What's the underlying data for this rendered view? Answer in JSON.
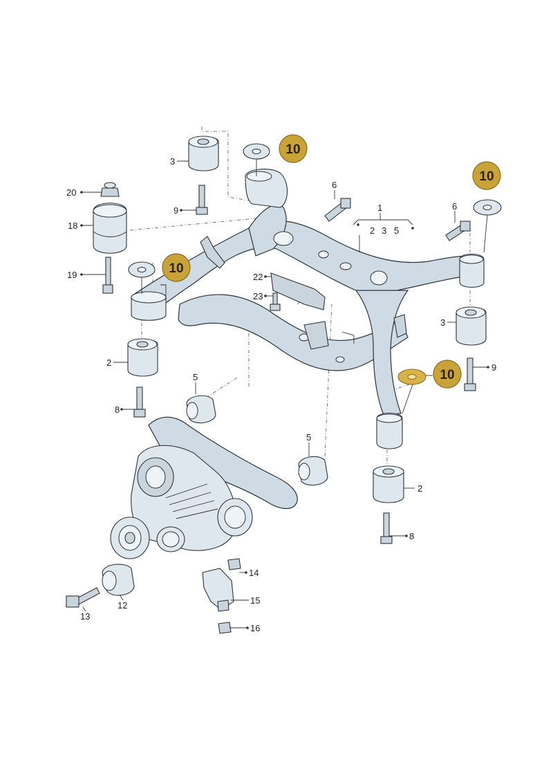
{
  "labels": {
    "l1": "1",
    "l2a": "2",
    "l3a": "3",
    "l5a": "5",
    "l20": "20",
    "l18": "18",
    "l19": "19",
    "l3": "3",
    "l9": "9",
    "l6": "6",
    "l6b": "6",
    "l22": "22",
    "l23": "23",
    "l2": "2",
    "l8": "8",
    "l5": "5",
    "l5b": "5",
    "l3b": "3",
    "l9b": "9",
    "l2b": "2",
    "l8b": "8",
    "l14": "14",
    "l15": "15",
    "l16": "16",
    "l12": "12",
    "l13": "13"
  },
  "badges": {
    "b1": "10",
    "b2": "10",
    "b3": "10",
    "b4": "10"
  },
  "colors": {
    "badge_fill": "#c9a337",
    "badge_stroke": "#8a6c1c",
    "part_fill": "#dfe7ee",
    "outline": "#2d3338"
  }
}
